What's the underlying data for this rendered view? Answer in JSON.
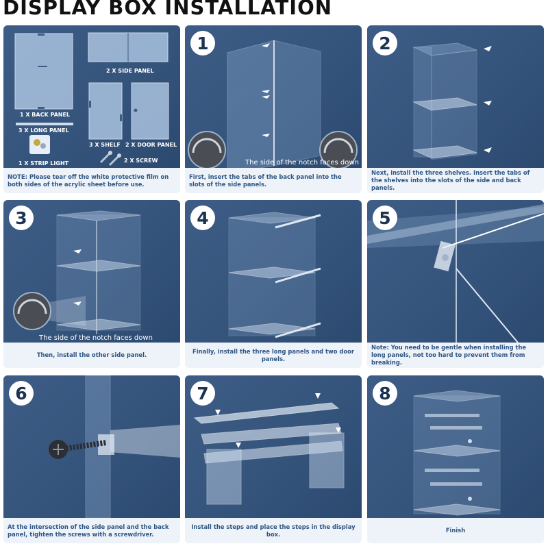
{
  "title": "DISPLAY BOX INSTALLATION",
  "parts": {
    "back_panel": "1 X BACK PANEL",
    "side_panel": "2 X SIDE PANEL",
    "long_panel": "3 X LONG PANEL",
    "strip_light": "1 X STRIP LIGHT",
    "shelf": "3 X SHELF",
    "door_panel": "2 X DOOR PANEL",
    "screw": "2 X SCREW"
  },
  "notch_text": "The side of the notch faces down",
  "steps": [
    {
      "number": "",
      "caption": "NOTE: Please tear off the white protective film on both sides of the acrylic sheet before use."
    },
    {
      "number": "1",
      "caption": "First, insert the tabs of the back panel into the slots of the side panels."
    },
    {
      "number": "2",
      "caption": "Next, install the three shelves. Insert the tabs of the shelves into the slots of the side and back panels."
    },
    {
      "number": "3",
      "caption": "Then, install the other side panel."
    },
    {
      "number": "4",
      "caption": "Finally, install the three long panels and two door panels."
    },
    {
      "number": "5",
      "caption": "Note: You need to be gentle when installing the long panels, not too hard to prevent them from breaking."
    },
    {
      "number": "6",
      "caption": "At the intersection of the side panel and the back panel, tighten the screws with a screwdriver."
    },
    {
      "number": "7",
      "caption": "Install the steps and place the steps in the display box."
    },
    {
      "number": "8",
      "caption": "Finish"
    }
  ]
}
